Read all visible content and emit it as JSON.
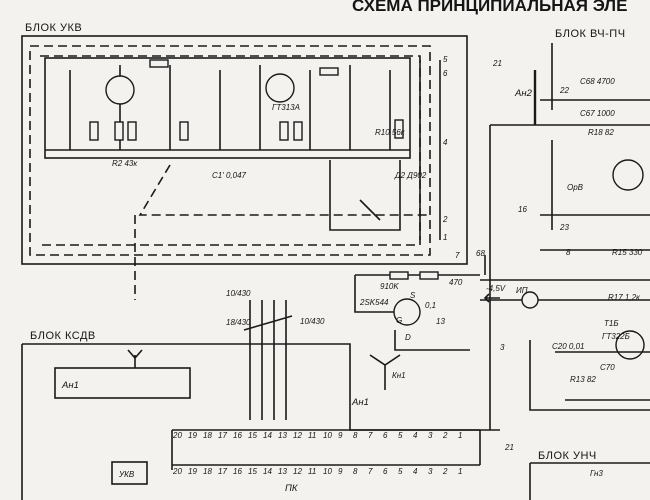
{
  "title": "СХЕМА ПРИНЦИПИАЛЬНАЯ ЭЛЕ",
  "blocks": {
    "ukv": "БЛОК УКВ",
    "vch_pch": "БЛОК ВЧ-ПЧ",
    "ksdv": "БЛОК КСДВ",
    "unch": "БЛОК УНЧ"
  },
  "labels": {
    "transistor_fet": "2SK544",
    "r_910k": "910K",
    "r_470": "470",
    "c_01": "0,1",
    "c_13": "13",
    "c_68": "68",
    "voltage": "-4,5V",
    "pin_s": "S",
    "pin_g": "G",
    "pin_d": "D",
    "ip": "ИП",
    "an2": "Ан2",
    "an1": "Ан1",
    "ukv_box": "УКВ",
    "pk": "ПК",
    "r15": "R15 330",
    "t1b": "Т1Б",
    "gt322b": "ГТ322Б",
    "c68": "C68 4700",
    "c67": "C67 1000",
    "r18": "R18 82",
    "r17": "R17 1,2к",
    "c20": "C20 0,01",
    "c70": "C70",
    "r13": "R13 82",
    "c1": "C1' 0,047",
    "c10": "10/430",
    "c10b": "10/430",
    "c18": "18/430",
    "r2": "R2 43к",
    "r10": "R10 56к",
    "d2": "Д2 Д902",
    "gt313a": "ГТ313А",
    "orv": "ОрВ",
    "k": "Кн1",
    "gn3": "Гн3"
  },
  "pins_top": [
    "20",
    "19",
    "18",
    "17",
    "16",
    "15",
    "14",
    "13",
    "12",
    "11",
    "10",
    "9",
    "8",
    "7",
    "6",
    "5",
    "4",
    "3",
    "2",
    "1"
  ],
  "pins_bottom": [
    "20",
    "19",
    "18",
    "17",
    "16",
    "15",
    "14",
    "13",
    "12",
    "11",
    "10",
    "9",
    "8",
    "7",
    "6",
    "5",
    "4",
    "3",
    "2",
    "1"
  ],
  "wire_numbers": [
    "21",
    "16",
    "2",
    "1",
    "8",
    "3",
    "4",
    "5",
    "6",
    "7",
    "21",
    "22",
    "23"
  ]
}
